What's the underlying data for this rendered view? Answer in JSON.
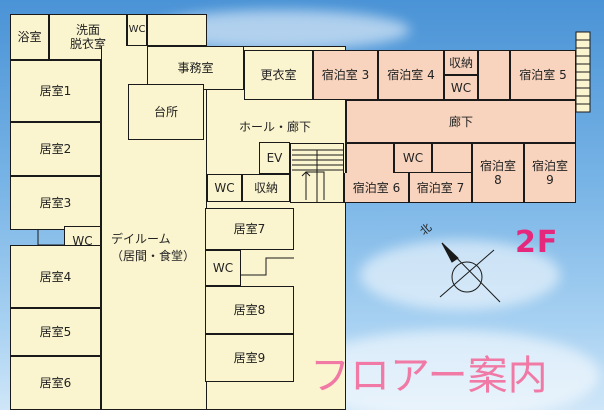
{
  "floor_label": "2F",
  "title": "フロアー案内",
  "compass": {
    "north_label": "北"
  },
  "colors": {
    "room": "#fbf5cf",
    "guest": "#f8d4be",
    "floor_label": "#e6287d",
    "title": "#f07aa5"
  },
  "rooms": {
    "bath": "浴室",
    "wash": "洗面\n脱衣室",
    "wc_top": "WC",
    "office": "事務室",
    "changing": "更衣室",
    "guest3": "宿泊室 3",
    "guest4": "宿泊室 4",
    "storage_top": "収納",
    "wc_guest": "WC",
    "guest5": "宿泊室 5",
    "kitchen": "台所",
    "hall": "ホール・廊下",
    "corridor": "廊下",
    "ev": "EV",
    "wc_mid": "WC",
    "guest6": "宿泊室 6",
    "guest7": "宿泊室 7",
    "guest8": "宿泊室\n8",
    "guest9": "宿泊室\n9",
    "wc_center": "WC",
    "storage_mid": "収納",
    "living": "デイルーム\n（居間・食堂）",
    "r1": "居室1",
    "r2": "居室2",
    "r3": "居室3",
    "wc_left": "WC",
    "r4": "居室4",
    "r5": "居室5",
    "r6": "居室6",
    "r7": "居室7",
    "wc_r7": "WC",
    "r8": "居室8",
    "r9": "居室9"
  }
}
